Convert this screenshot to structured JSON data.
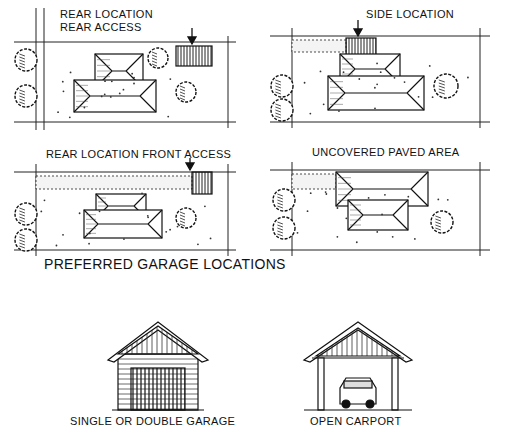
{
  "diagram": {
    "labels": [
      "REAR LOCATION REAR ACCESS",
      "SIDE LOCATION",
      "REAR LOCATION FRONT ACCESS",
      "UNCOVERED PAVED AREA",
      "PREFERRED GARAGE LOCATIONS",
      "SINGLE OR DOUBLE GARAGE",
      "OPEN CARPORT"
    ]
  }
}
